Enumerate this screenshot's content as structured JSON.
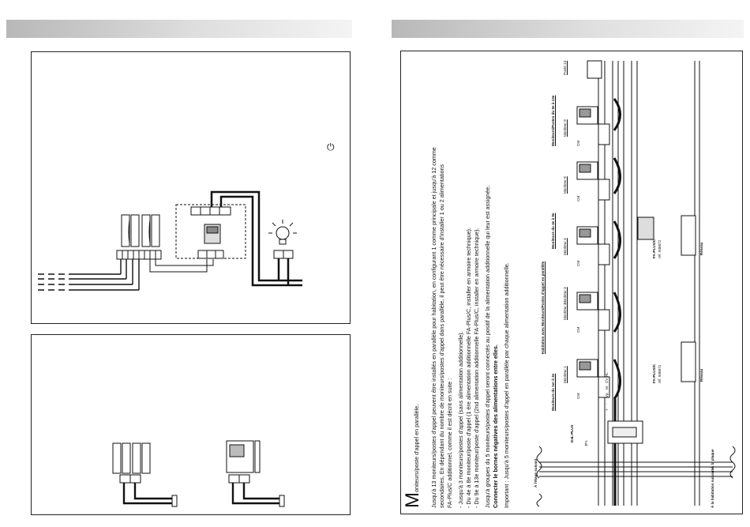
{
  "page": {
    "heading_drop_cap": "M",
    "heading": "oniteurs/poste d'appel en parallèle.",
    "paragraphs": [
      "Jusqu'à 13 moniteurs/postes d'appel peuvent être installés en parallèle pour habitation, en configurant 1 comme principale et jusqu'à 12 comme",
      "secondaires. En dépendant du nombre de moniteurs/postes d'appel dans parallèle, il peut être nécessaire d'installer 1 ou 2 alimentations",
      "FA-Plus/C additionnel, comme il est décrit en suite :",
      "- Jusqu'à 3 moniteurs/postes d'appel (sans alimentation additionnelle).",
      "- Du 4e à 8e moniteur/poste d'appel (1 ère alimentation additionnelle FA-Plus/C, installer en armoire technique).",
      "- Du 9e à 13e moniteur/poste d'appel (2nd alimentation additionnelle FA-Plus/C, installer en armoire technique).",
      "Jusqu'à groupes du 5 moniteurs/postes d'appel seront connectés au positif de la alimentation additionnelle qui leur est assignée.",
      "Connecter le bornes négatives des alimentations entre elles.",
      "Important : Jusqu'à 5 moniteurs/postes d'appel en parallèle par chaque alimentation additionnelle."
    ],
    "power_symbol": "⏻"
  },
  "diagram": {
    "title": "Habitation avec Moniteurs/Postes d'appel en parallèle",
    "group_1": "Moniteurs du 1er à 3e",
    "group_2": "Moniteurs du 4e à 8e",
    "group_3": "Moniteurs/Postes du 9e à 13e",
    "monitors": [
      "Moniteur 1",
      "Moniteur 2",
      "Moniteur 3",
      "Moniteur 4",
      "Moniteur 8",
      "Moniteur 9",
      "Poste 13"
    ],
    "cm": "CM",
    "distributor": "D4L-PLUS",
    "jp": "JP1",
    "psu_1": "FA-PLUS/C",
    "psu_1_ref": "réf. 938872",
    "psu_2": "FA-PLUS/C",
    "psu_2_ref": "réf. 938872",
    "reseau": "Réseau",
    "to_next_floor": "À l'étage suivant",
    "to_next_home": "À la habitation suivante",
    "to_panel": "À la plaque",
    "terminal_labels": [
      "+",
      "-",
      "Vp",
      "M",
      "CV",
      "HL"
    ]
  },
  "colors": {
    "header_gradient_start": "#b8b8b8",
    "header_gradient_end": "#f4f4f4",
    "line": "#111111"
  }
}
